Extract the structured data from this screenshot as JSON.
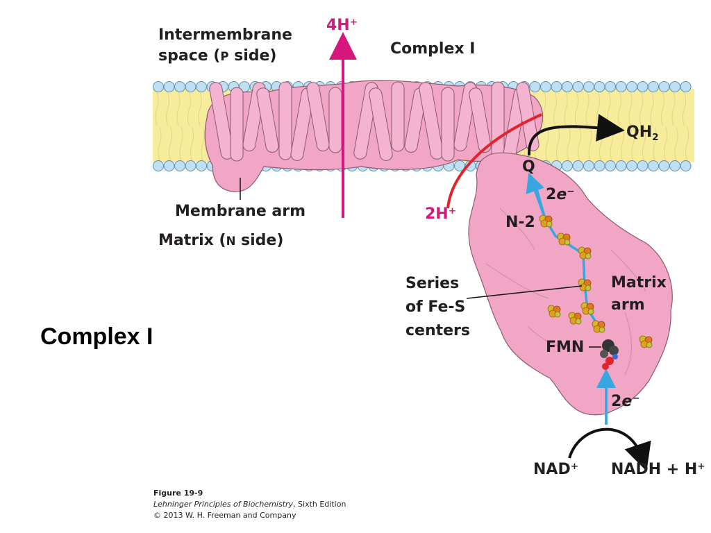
{
  "slide": {
    "title": "Complex I"
  },
  "diagram": {
    "complex_name": "Complex I",
    "intermembrane_line1": "Intermembrane",
    "intermembrane_line2a": "space (",
    "intermembrane_side": "P",
    "intermembrane_line2b": " side)",
    "matrix_a": "Matrix (",
    "matrix_side": "N",
    "matrix_b": " side)",
    "membrane_arm": "Membrane arm",
    "matrix_arm_line1": "Matrix",
    "matrix_arm_line2": "arm",
    "series_line1": "Series",
    "series_line2": "of Fe-S",
    "series_line3": "centers",
    "pumped_out": {
      "base": "4H",
      "sup": "+"
    },
    "pumped_in": {
      "base": "2H",
      "sup": "+"
    },
    "q": "Q",
    "qh2": {
      "base": "QH",
      "sub": "2"
    },
    "n2": "N-2",
    "fmn": "FMN",
    "electrons_top": {
      "base": "2",
      "e": "e",
      "sup": "−"
    },
    "electrons_bottom": {
      "base": "2",
      "e": "e",
      "sup": "−"
    },
    "nad": {
      "base": "NAD",
      "sup": "+"
    },
    "nadh": {
      "base": "NADH + H",
      "sup": "+"
    }
  },
  "colors": {
    "protein": "#f2a6c6",
    "protein_outline": "#8a5a6e",
    "membrane": "#f7ec9c",
    "lipid_head": "#bfe0f3",
    "proton_arrow": "#d6177e",
    "electron_arrow": "#3aa6e0",
    "red_arrow": "#e0242c",
    "fes_center": "#e0a020"
  },
  "caption": {
    "figure": "Figure 19-9",
    "book_title": "Lehninger Principles of Biochemistry",
    "book_edition": ", Sixth Edition",
    "copyright": "© 2013 W. H. Freeman and Company"
  }
}
